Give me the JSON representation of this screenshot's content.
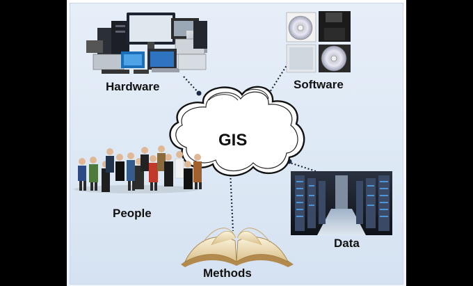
{
  "center": {
    "label": "GIS"
  },
  "components": {
    "hardware": "Hardware",
    "software": "Software",
    "people": "People",
    "data": "Data",
    "methods": "Methods"
  },
  "colors": {
    "background": "#000000",
    "panel": "#dde8f5",
    "connector": "#1a2a44"
  }
}
